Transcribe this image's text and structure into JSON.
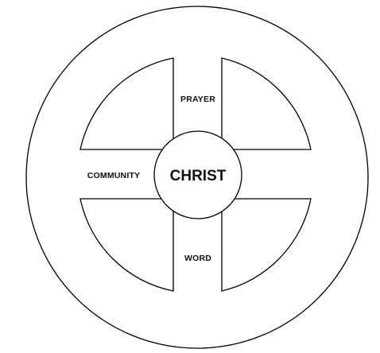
{
  "diagram": {
    "center_label": "CHRIST",
    "labels": {
      "top": "PRAYER",
      "left": "COMMUNITY",
      "bottom": "WORD",
      "right": ""
    },
    "colors": {
      "stroke": "#000000",
      "fill": "#ffffff",
      "text": "#111111"
    }
  }
}
